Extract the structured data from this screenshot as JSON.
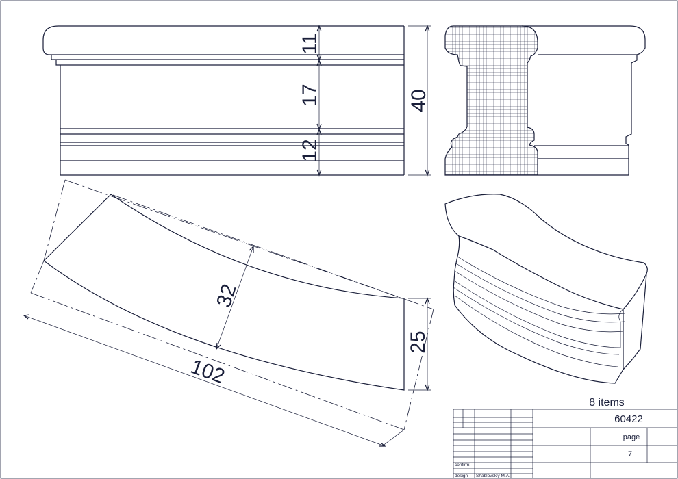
{
  "front_view": {
    "dimensions": [
      "11",
      "17",
      "12",
      "40"
    ]
  },
  "plan_view": {
    "dimensions": [
      "32",
      "102",
      "25"
    ]
  },
  "title_block": {
    "quantity": "8 items",
    "code": "60422",
    "page_label": "page",
    "page_number": "7",
    "confirm_label": "confirm:",
    "design_label": "design",
    "designer": "Shablovskiy M.A."
  }
}
